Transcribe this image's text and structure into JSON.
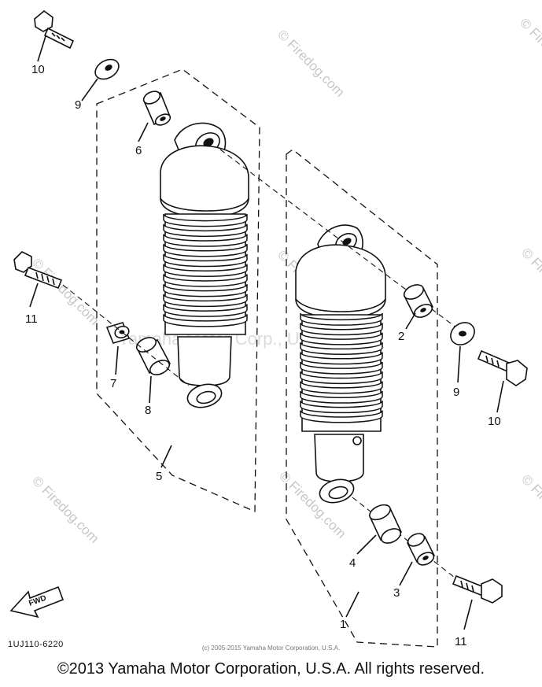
{
  "diagram": {
    "code": "1UJ110-6220",
    "copyright": "©2013 Yamaha Motor Corporation, U.S.A. All rights reserved.",
    "small_credit": "(c) 2005-2015 Yamaha Motor Corporation, U.S.A.",
    "center_watermark": "Yamaha Motor Corp., U.S.A.",
    "watermark": "© Firedog.com",
    "fwd_arrow": "FWD"
  },
  "callouts": [
    "1",
    "2",
    "3",
    "4",
    "5",
    "6",
    "7",
    "8",
    "9",
    "9",
    "10",
    "10",
    "11",
    "11"
  ],
  "colors": {
    "line": "#111111",
    "watermark": "#b9b9b9",
    "background": "#ffffff"
  }
}
